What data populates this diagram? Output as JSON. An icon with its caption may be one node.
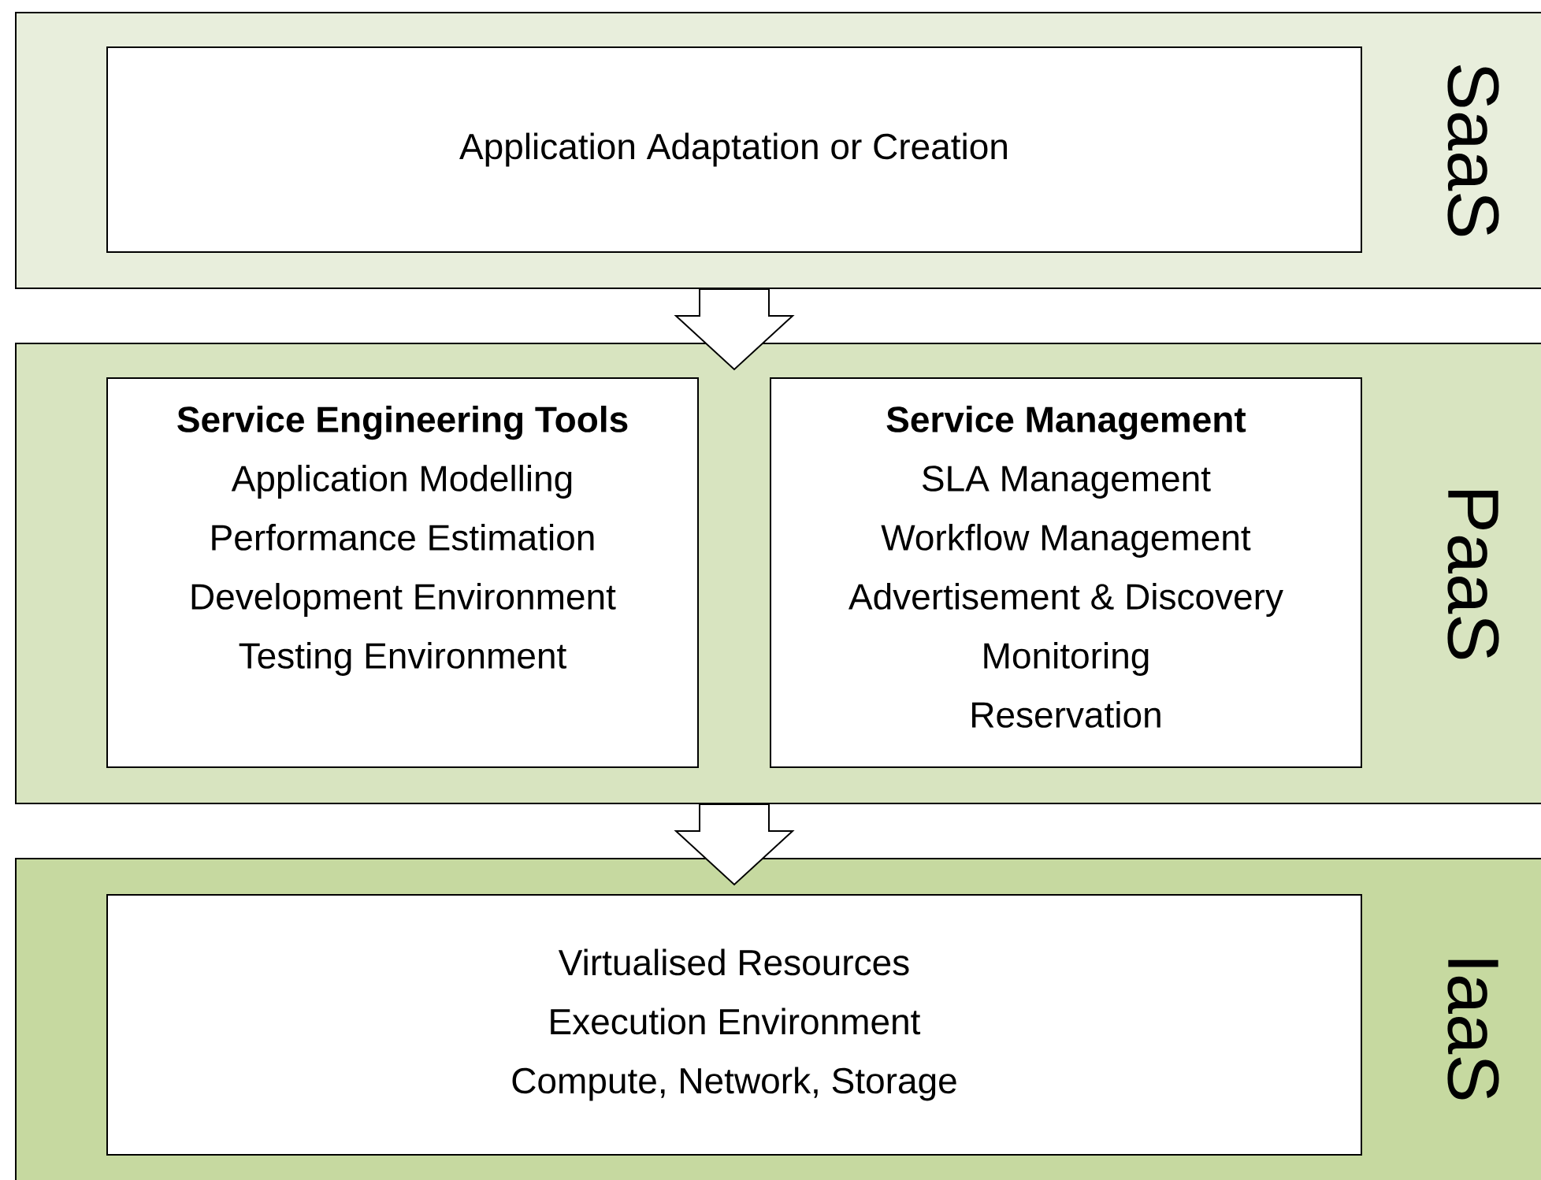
{
  "diagram": {
    "nodes": [
      {
        "text": [
          "SaaS"
        ]
      },
      {
        "text": [
          "Application Adaptation or Creation"
        ],
        "in": 0
      },
      {
        "text": [
          "PaaS"
        ]
      },
      {
        "text": [
          "Service Engineering Tools",
          "Application Modelling",
          "Performance Estimation",
          "Development Environment",
          "Testing Environment"
        ],
        "in": 2
      },
      {
        "text": [
          "Service Management",
          "SLA Management",
          "Workflow Management",
          "Advertisement & Discovery",
          "Monitoring",
          "Reservation"
        ],
        "in": 2
      },
      {
        "text": [
          "IaaS"
        ]
      },
      {
        "text": [
          "Virtualised Resources",
          "Execution Environment",
          "Compute, Network, Storage"
        ],
        "in": 5
      }
    ],
    "edges": [
      {
        "from": 0,
        "to": 2,
        "arrow": "to"
      },
      {
        "from": 2,
        "to": 5,
        "arrow": "to"
      }
    ]
  }
}
